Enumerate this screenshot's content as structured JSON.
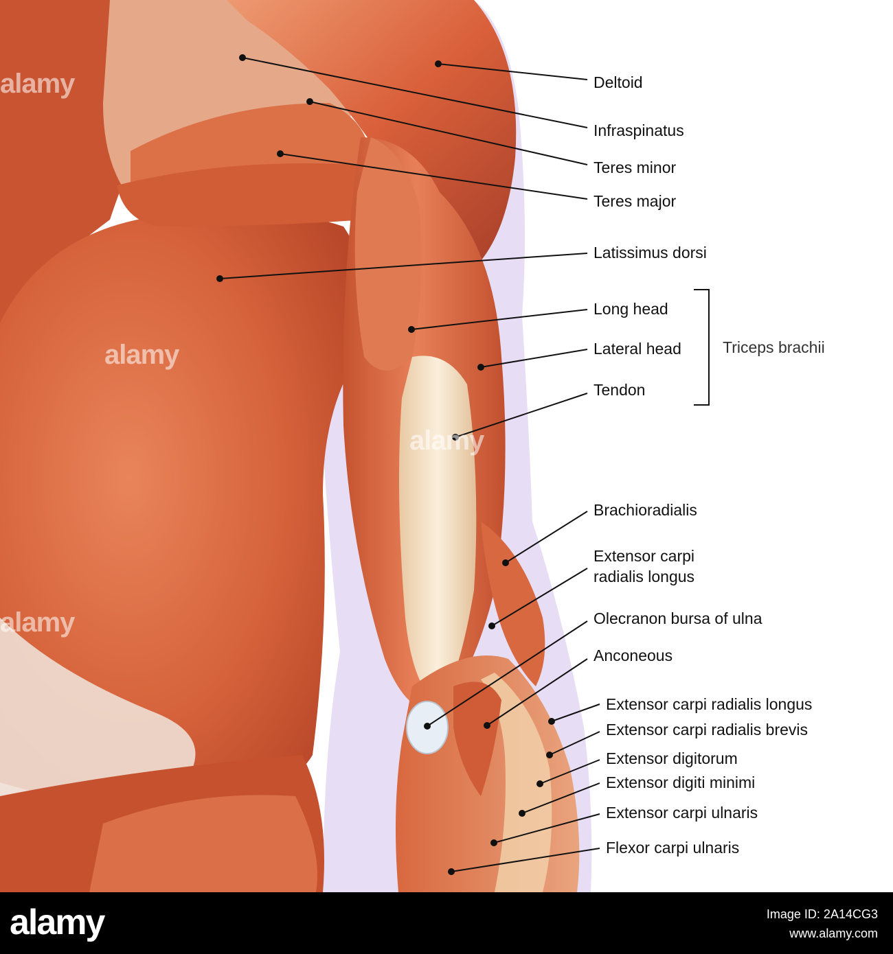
{
  "labels": [
    {
      "id": "deltoid",
      "text": "Deltoid"
    },
    {
      "id": "infraspinatus",
      "text": "Infraspinatus"
    },
    {
      "id": "teres-minor",
      "text": "Teres minor"
    },
    {
      "id": "teres-major",
      "text": "Teres major"
    },
    {
      "id": "latissimus-dorsi",
      "text": "Latissimus dorsi"
    },
    {
      "id": "long-head",
      "text": "Long head"
    },
    {
      "id": "lateral-head",
      "text": "Lateral head"
    },
    {
      "id": "tendon",
      "text": "Tendon"
    },
    {
      "id": "brachioradialis",
      "text": "Brachioradialis"
    },
    {
      "id": "ecrl-upper",
      "text": "Extensor carpi\nradialis longus"
    },
    {
      "id": "olecranon-bursa",
      "text": "Olecranon bursa of ulna"
    },
    {
      "id": "anconeous",
      "text": "Anconeous"
    },
    {
      "id": "ecrl-lower",
      "text": "Extensor carpi radialis longus"
    },
    {
      "id": "ecrb",
      "text": "Extensor carpi radialis brevis"
    },
    {
      "id": "ext-digitorum",
      "text": "Extensor digitorum"
    },
    {
      "id": "ext-digiti-minimi",
      "text": "Extensor digiti minimi"
    },
    {
      "id": "ecu",
      "text": "Extensor carpi ulnaris"
    },
    {
      "id": "fcu",
      "text": "Flexor carpi ulnaris"
    }
  ],
  "bracket_label": "Triceps brachii",
  "watermark": "alamy",
  "footer": {
    "logo": "alamy",
    "image_id": "Image ID: 2A14CG3",
    "site": "www.alamy.com"
  },
  "colors": {
    "muscle": "#d8633c",
    "muscle_dark": "#b8482a",
    "muscle_light": "#ee8a60",
    "tendon": "#f3dfc0",
    "background": "#ffffff",
    "leader_line": "#111111",
    "footer_bg": "#000000"
  }
}
